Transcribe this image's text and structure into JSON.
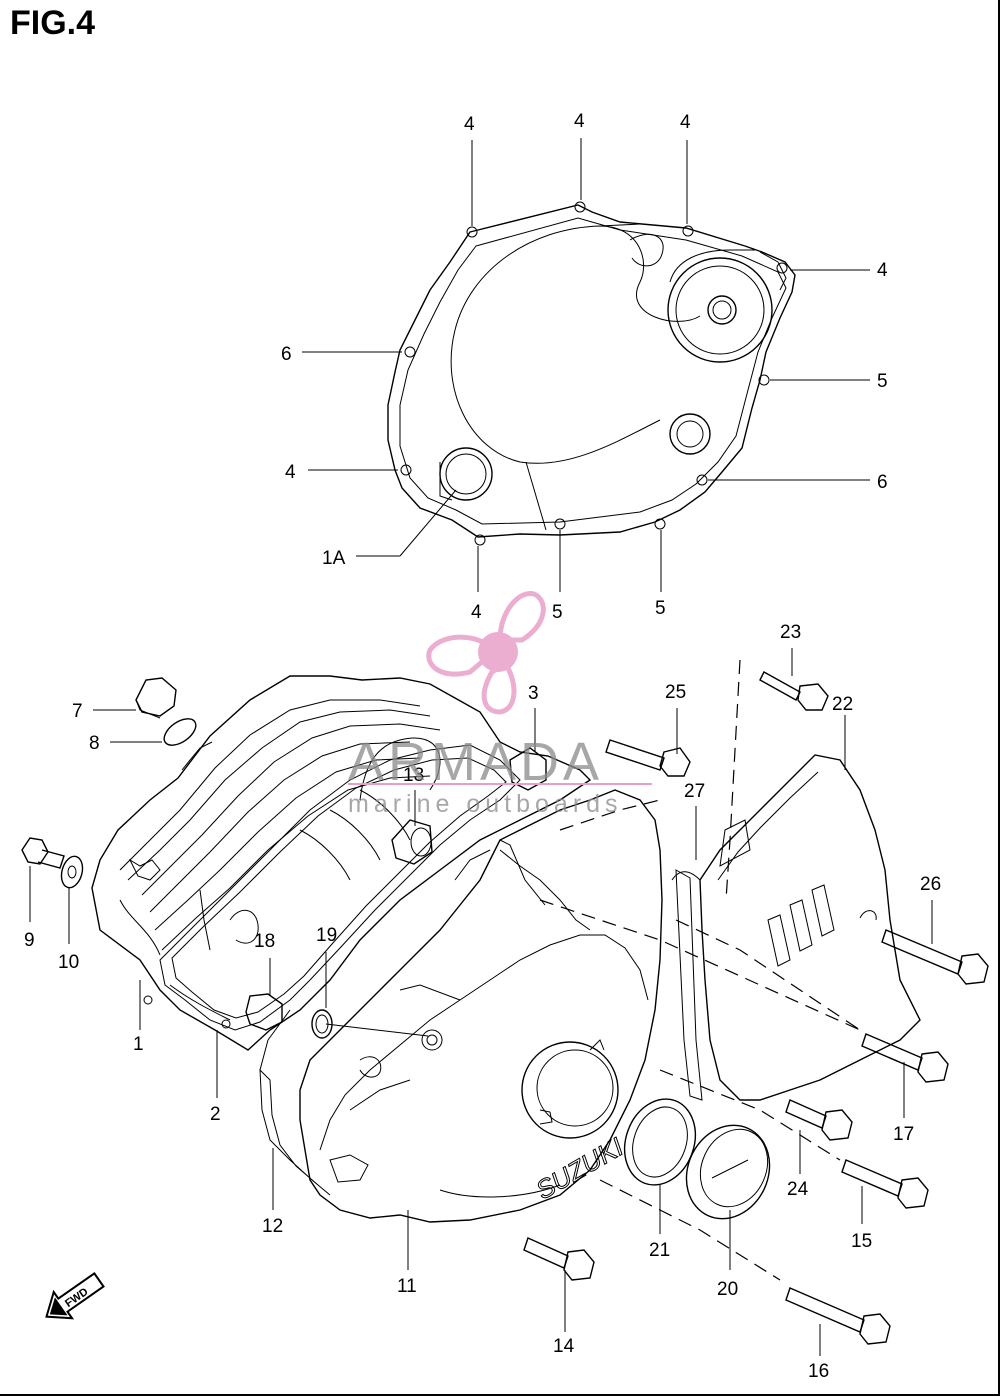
{
  "figure": {
    "title": "FIG.4"
  },
  "watermark": {
    "brand": "ARMADA",
    "tagline": "marine outboards",
    "logo_color": "#e8a0c8",
    "text_color": "#8a8a8a"
  },
  "case_logo": "SUZUKI",
  "direction_arrow": {
    "label": "FWD",
    "icon": "fwd-arrow-icon"
  },
  "callouts": {
    "c1A": "1A",
    "c4a": "4",
    "c4b": "4",
    "c4c": "4",
    "c4d": "4",
    "c4e": "4",
    "c4f": "4",
    "c5a": "5",
    "c5b": "5",
    "c5c": "5",
    "c6a": "6",
    "c6b": "6",
    "c1": "1",
    "c2": "2",
    "c3": "3",
    "c7": "7",
    "c8": "8",
    "c9": "9",
    "c10": "10",
    "c11": "11",
    "c12": "12",
    "c13": "13",
    "c14": "14",
    "c15": "15",
    "c16": "16",
    "c17": "17",
    "c18": "18",
    "c19": "19",
    "c20": "20",
    "c21": "21",
    "c22": "22",
    "c23": "23",
    "c24": "24",
    "c25": "25",
    "c26": "26",
    "c27": "27"
  }
}
